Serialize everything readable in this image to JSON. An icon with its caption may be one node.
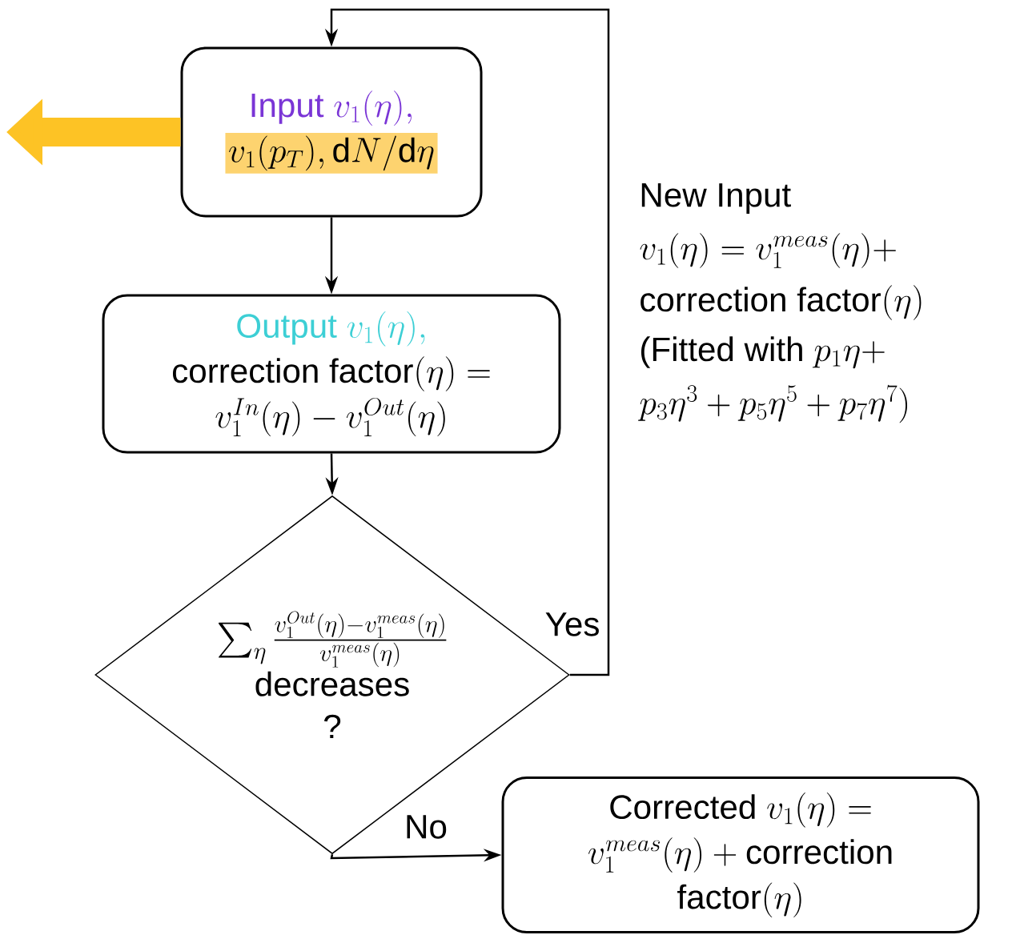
{
  "diagram": {
    "nodes": [
      {
        "text": [
          "\\text{Input } v_1(\\eta),",
          "v_1(p_T), \\mathrm{d}N/\\mathrm{d}\\eta"
        ]
      },
      {
        "text": [
          "\\text{Output } v_1(\\eta),",
          "\\text{correction factor}(\\eta) =",
          "v_1^{In}(\\eta) - v_1^{Out}(\\eta)"
        ]
      },
      {
        "text": [
          "\\sum_\\eta \\frac{v_1^{Out}(\\eta)-v_1^{meas}(\\eta)}{v_1^{meas}(\\eta)}",
          "decreases ?"
        ]
      },
      {
        "text": [
          "\\text{Corrected } v_1(\\eta) =",
          "v_1^{meas}(\\eta) + \\text{correction}",
          "\\text{factor}(\\eta)"
        ]
      }
    ],
    "edges": [
      {
        "from": 0,
        "to": 1,
        "arrow": "to"
      },
      {
        "from": 1,
        "to": 2,
        "arrow": "to"
      },
      {
        "from": 2,
        "to": 0,
        "arrow": "to",
        "label": "Yes"
      },
      {
        "from": 2,
        "to": 3,
        "arrow": "to",
        "label": "No"
      },
      {
        "from": 0,
        "to": null,
        "arrow": "to",
        "style": "thick",
        "color": "#fdc325"
      }
    ],
    "labels": [
      "New Input",
      "v_1(\\eta)= v_1^{meas}(\\eta) +",
      "\\text{correction factor}(\\eta)",
      "\\text{(Fitted with } p_1\\eta +",
      "p_3\\eta^3 + p_5\\eta^5 + p_7\\eta^7)"
    ]
  }
}
